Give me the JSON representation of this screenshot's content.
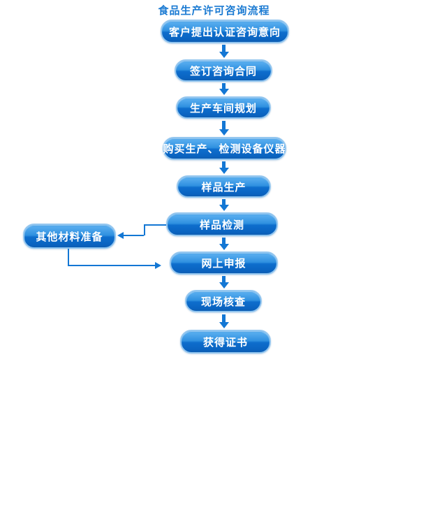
{
  "title": "食品生产许可咨询流程",
  "flow": {
    "steps": [
      "客户提出认证咨询意向",
      "签订咨询合同",
      "生产车间规划",
      "购买生产、检测设备仪器",
      "样品生产",
      "样品检测",
      "网上申报",
      "现场核查",
      "获得证书"
    ],
    "side_step": "其他材料准备"
  },
  "colors": {
    "accent_arrow": "#1377d4",
    "title_text": "#1a7ad2",
    "box_gradient_top": "#55abee",
    "box_gradient_bottom": "#0a63c0",
    "box_border": "#93c6ef",
    "box_text": "#ffffff",
    "background": "#ffffff"
  }
}
